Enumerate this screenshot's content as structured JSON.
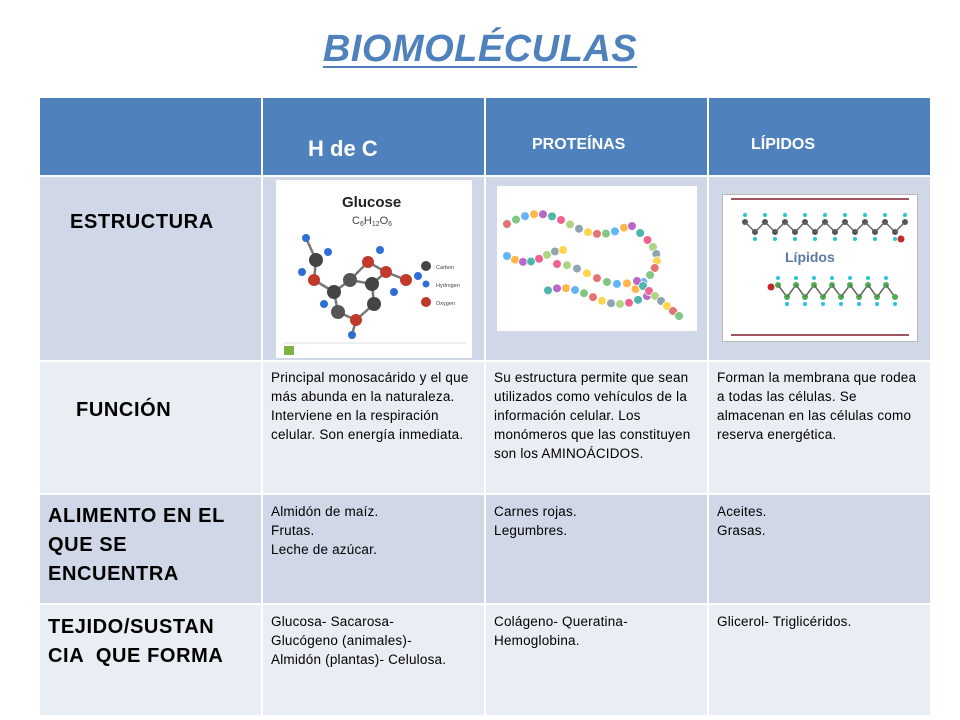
{
  "title": "BIOMOLÉCULAS",
  "header": {
    "col1": "H de C",
    "col2": "PROTEÍNAS",
    "col3": "LÍPIDOS"
  },
  "rows": {
    "estructura": {
      "label": "ESTRUCTURA",
      "glucose_title": "Glucose",
      "glucose_formula": "C6H12O6",
      "legend": [
        "Carbon",
        "Hydrogen",
        "Oxygen"
      ],
      "lipidos_label": "Lípidos"
    },
    "funcion": {
      "label": "FUNCIÓN",
      "hdc": "Principal monosacárido y el que más abunda en la naturaleza. Interviene en la respiración celular. Son energía inmediata.",
      "proteinas": "Su estructura permite que sean utilizados como vehículos de la información celular. Los monómeros que las constituyen son los AMINOÁCIDOS.",
      "lipidos": "Forman la membrana que rodea a todas las células. Se almacenan en las células como reserva energética."
    },
    "alimento": {
      "label_lines": [
        "ALIMENTO EN EL",
        "QUE SE",
        "ENCUENTRA"
      ],
      "hdc": [
        "Almidón de maíz.",
        "Frutas.",
        "Leche de azúcar."
      ],
      "proteinas": [
        "Carnes rojas.",
        "Legumbres."
      ],
      "lipidos": [
        "Aceites.",
        "Grasas."
      ]
    },
    "tejido": {
      "label_lines": [
        "TEJIDO/SUSTAN",
        "CIA  QUE FORMA"
      ],
      "hdc": [
        "Glucosa- Sacarosa-",
        "Glucógeno (animales)-",
        "Almidón (plantas)- Celulosa."
      ],
      "proteinas": [
        "Colágeno- Queratina-",
        "Hemoglobina."
      ],
      "lipidos": [
        "Glicerol- Triglicéridos."
      ]
    }
  },
  "colors": {
    "header": "#4f81bd",
    "row_dark": "#d0d8e8",
    "row_light": "#e9edf4",
    "title": "#4f81bd"
  }
}
